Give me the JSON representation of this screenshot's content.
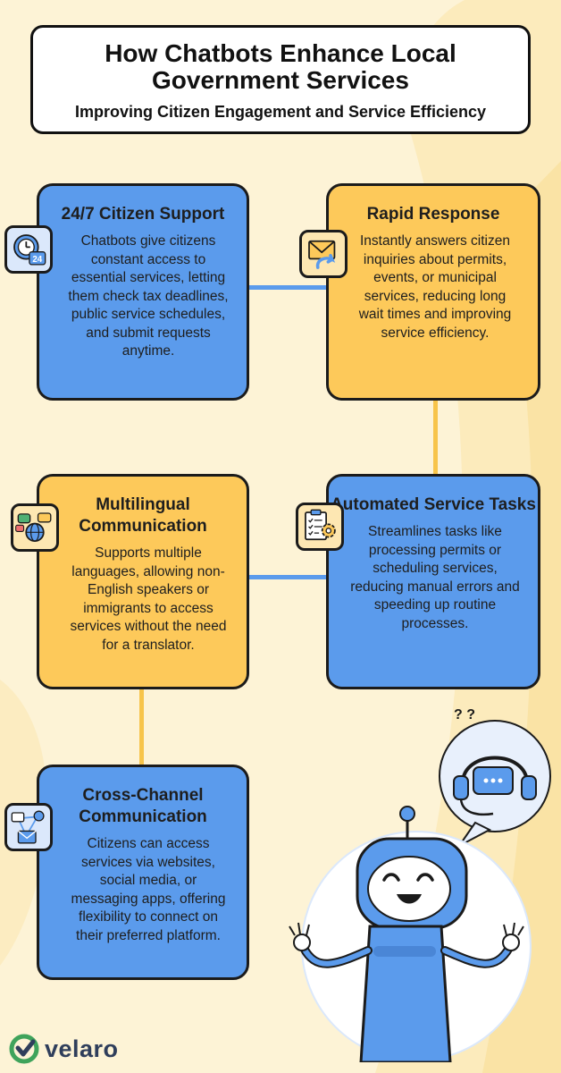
{
  "header": {
    "title": "How Chatbots Enhance Local Government Services",
    "subtitle": "Improving Citizen Engagement and Service Efficiency"
  },
  "cards": [
    {
      "title": "24/7 Citizen Support",
      "body": "Chatbots give citizens constant access to essential services,  letting them check tax deadlines, public service schedules, and submit requests anytime.",
      "color": "#5b9bec",
      "icon": "clock-24-icon"
    },
    {
      "title": "Rapid Response",
      "body": "Instantly answers citizen inquiries about permits, events, or municipal services, reducing long wait times and improving service efficiency.",
      "color": "#fdc95a",
      "icon": "envelope-reply-icon"
    },
    {
      "title": "Multilingual Communication",
      "body": "Supports multiple languages, allowing non-English speakers or immigrants to access services without the need for a translator.",
      "color": "#fdc95a",
      "icon": "globe-chat-icon"
    },
    {
      "title": "Automated Service Tasks",
      "body": "Streamlines tasks like processing permits or scheduling services, reducing manual errors and speeding up routine processes.",
      "color": "#5b9bec",
      "icon": "checklist-gear-icon"
    },
    {
      "title": "Cross-Channel Communication",
      "body": "Citizens can access services via websites, social media, or messaging apps, offering flexibility to connect on their preferred platform.",
      "color": "#5b9bec",
      "icon": "channels-network-icon"
    }
  ],
  "brand": {
    "name": "velaro",
    "text_color": "#2f3e5b",
    "icon_color": "#3fa35b"
  },
  "illustration": {
    "icon": "robot-support-icon"
  }
}
